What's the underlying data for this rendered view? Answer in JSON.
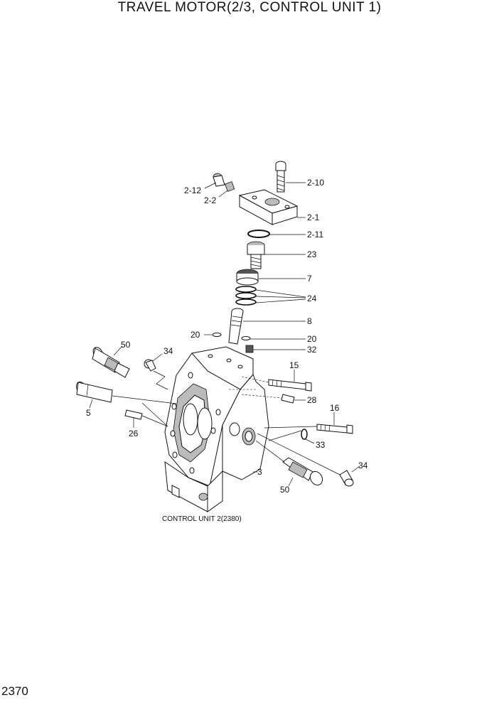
{
  "title": "TRAVEL MOTOR(2/3, CONTROL UNIT 1)",
  "page_number": "2370",
  "reference_note": "CONTROL UNIT 2(2380)",
  "callouts": {
    "c_2_10": "2-10",
    "c_2_12": "2-12",
    "c_2_2": "2-2",
    "c_2_1": "2-1",
    "c_2_11": "2-11",
    "c_23": "23",
    "c_7": "7",
    "c_24": "24",
    "c_8": "8",
    "c_20a": "20",
    "c_20b": "20",
    "c_32": "32",
    "c_50a": "50",
    "c_34a": "34",
    "c_15": "15",
    "c_28": "28",
    "c_5": "5",
    "c_16": "16",
    "c_26": "26",
    "c_33": "33",
    "c_34b": "34",
    "c_3": "3",
    "c_50b": "50"
  }
}
